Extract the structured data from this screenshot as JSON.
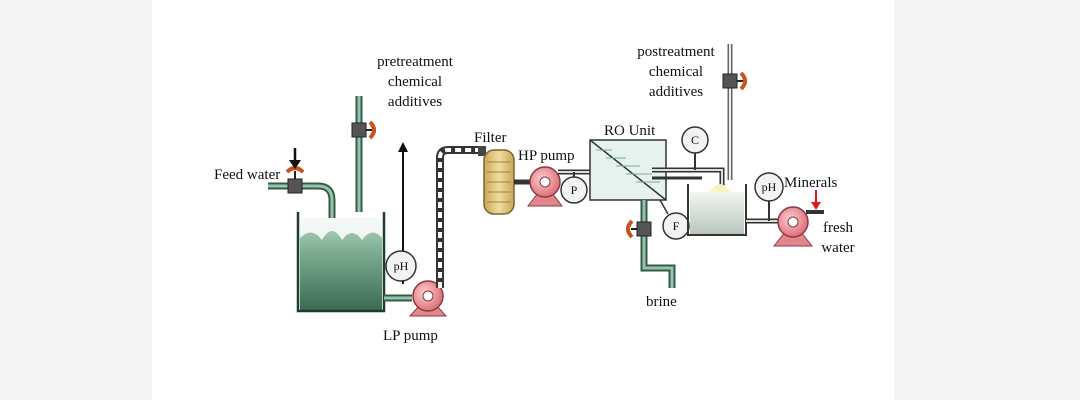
{
  "labels": {
    "pretreatment": [
      "pretreatment",
      "chemical",
      "additives"
    ],
    "postreatment": [
      "postreatment",
      "chemical",
      "additives"
    ],
    "feed_water": "Feed water",
    "filter": "Filter",
    "hp_pump": "HP pump",
    "ro_unit": "RO Unit",
    "lp_pump": "LP pump",
    "brine": "brine",
    "minerals": "Minerals",
    "fresh_water": [
      "fresh",
      "water"
    ]
  },
  "gauges": {
    "ph_pretreat": "pH",
    "pressure": "P",
    "conductivity": "C",
    "flow": "F",
    "ph_post": "pH"
  },
  "colors": {
    "pipe": "#356b52",
    "tank_water_top": "#a9cdb8",
    "tank_water_bottom": "#3d6f55",
    "pump": "#e3858c",
    "valve_handle": "#c8531e",
    "filter": "#e1c77e",
    "ro_fill": "#e6f2ee",
    "product_fill": "#cfd8d0"
  }
}
